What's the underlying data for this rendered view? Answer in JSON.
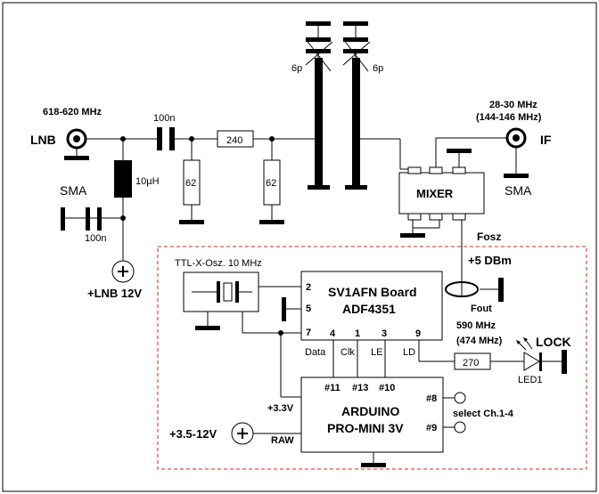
{
  "lnb": {
    "freq": "618-620 MHz",
    "label": "LNB",
    "connector": "SMA",
    "supply": "+LNB 12V"
  },
  "if_out": {
    "freq1": "28-30 MHz",
    "freq2": "(144-146 MHz)",
    "label": "IF",
    "connector": "SMA"
  },
  "components": {
    "cap_in": "100n",
    "inductor": "10µH",
    "cap_dec": "100n",
    "r_series": "240",
    "r_shunt1": "62",
    "r_shunt2": "62",
    "trim1": "6p",
    "trim2": "6p",
    "r_led": "270"
  },
  "mixer": {
    "label": "MIXER",
    "fosz": "Fosz",
    "level": "+5 DBm"
  },
  "osc": {
    "label": "TTL-X-Osz. 10 MHz"
  },
  "board": {
    "title1": "SV1AFN Board",
    "title2": "ADF4351",
    "pins": [
      "2",
      "5",
      "7",
      "4",
      "1",
      "3",
      "9"
    ],
    "pin_names": [
      "Data",
      "Clk",
      "LE",
      "LD"
    ],
    "fout": "Fout",
    "fout_freq1": "590 MHz",
    "fout_freq2": "(474 MHz)"
  },
  "led": {
    "label": "LOCK",
    "ref": "LED1"
  },
  "arduino": {
    "title1": "ARDUINO",
    "title2": "PRO-MINI 3V",
    "pins_top": [
      "#11",
      "#13",
      "#10"
    ],
    "pins_right": [
      "#8",
      "#9"
    ],
    "raw": "RAW",
    "v33": "+3.3V",
    "select": "select Ch.1-4",
    "supply": "+3.5-12V"
  }
}
